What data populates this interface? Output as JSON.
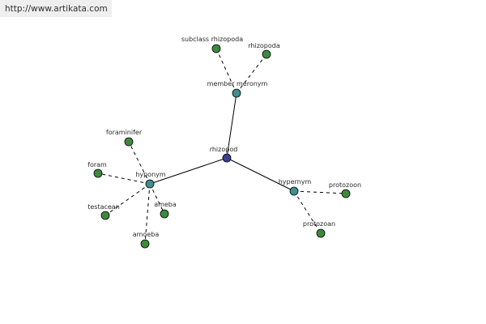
{
  "header": {
    "url": "http://www.artikata.com"
  },
  "colors": {
    "root": "#3a3f8f",
    "relation": "#3f8f8f",
    "leaf": "#3d8a3d"
  },
  "graph": {
    "root": {
      "id": "rhizopod",
      "label": "rhizopod"
    },
    "relations": [
      {
        "id": "member-meronym",
        "label": "member meronym",
        "parent": "rhizopod"
      },
      {
        "id": "hyponym",
        "label": "hyponym",
        "parent": "rhizopod"
      },
      {
        "id": "hypernym",
        "label": "hypernym",
        "parent": "rhizopod"
      }
    ],
    "leaves": [
      {
        "id": "subclass-rhizopoda",
        "label": "subclass rhizopoda",
        "parent": "member-meronym"
      },
      {
        "id": "rhizopoda",
        "label": "rhizopoda",
        "parent": "member-meronym"
      },
      {
        "id": "foraminifer",
        "label": "foraminifer",
        "parent": "hyponym"
      },
      {
        "id": "foram",
        "label": "foram",
        "parent": "hyponym"
      },
      {
        "id": "testacean",
        "label": "testacean",
        "parent": "hyponym"
      },
      {
        "id": "ameba",
        "label": "ameba",
        "parent": "hyponym"
      },
      {
        "id": "amoeba",
        "label": "amoeba",
        "parent": "hyponym"
      },
      {
        "id": "protozoon",
        "label": "protozoon",
        "parent": "hypernym"
      },
      {
        "id": "protozoan",
        "label": "protozoan",
        "parent": "hypernym"
      }
    ]
  }
}
